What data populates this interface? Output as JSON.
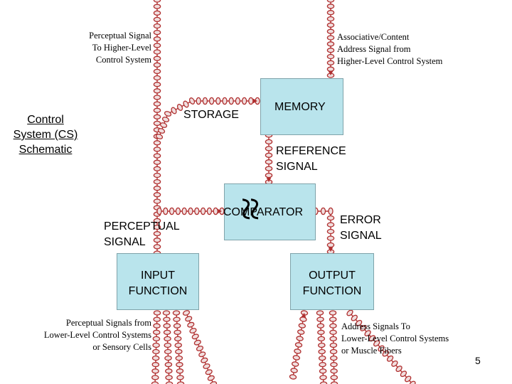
{
  "diagram": {
    "title": "Control\nSystem (CS)\nSchematic",
    "nodes": {
      "memory": "MEMORY",
      "storage": "STORAGE",
      "reference": "REFERENCE\nSIGNAL",
      "comparator": "COMPARATOR",
      "comparator_symbol": "≈",
      "perceptual_signal": "PERCEPTUAL\nSIGNAL",
      "error_signal": "ERROR\nSIGNAL",
      "input_function": "INPUT\nFUNCTION",
      "output_function": "OUTPUT\nFUNCTION"
    },
    "annotations": {
      "perceptual_to_higher": "Perceptual Signal\nTo Higher-Level\nControl System",
      "associative_from_higher": "Associative/Content\nAddress Signal from\nHigher-Level Control System",
      "perceptual_from_lower": "Perceptual Signals from\nLower-Level Control Systems\nor Sensory Cells",
      "address_to_lower": "Address Signals To\nLower-Level Control Systems\nor Muscle Fibers"
    },
    "page_number": "5",
    "colors": {
      "box_fill": "#b9e4ec",
      "chain_fill": "#f0dede",
      "chain_stroke": "#b03030"
    }
  }
}
